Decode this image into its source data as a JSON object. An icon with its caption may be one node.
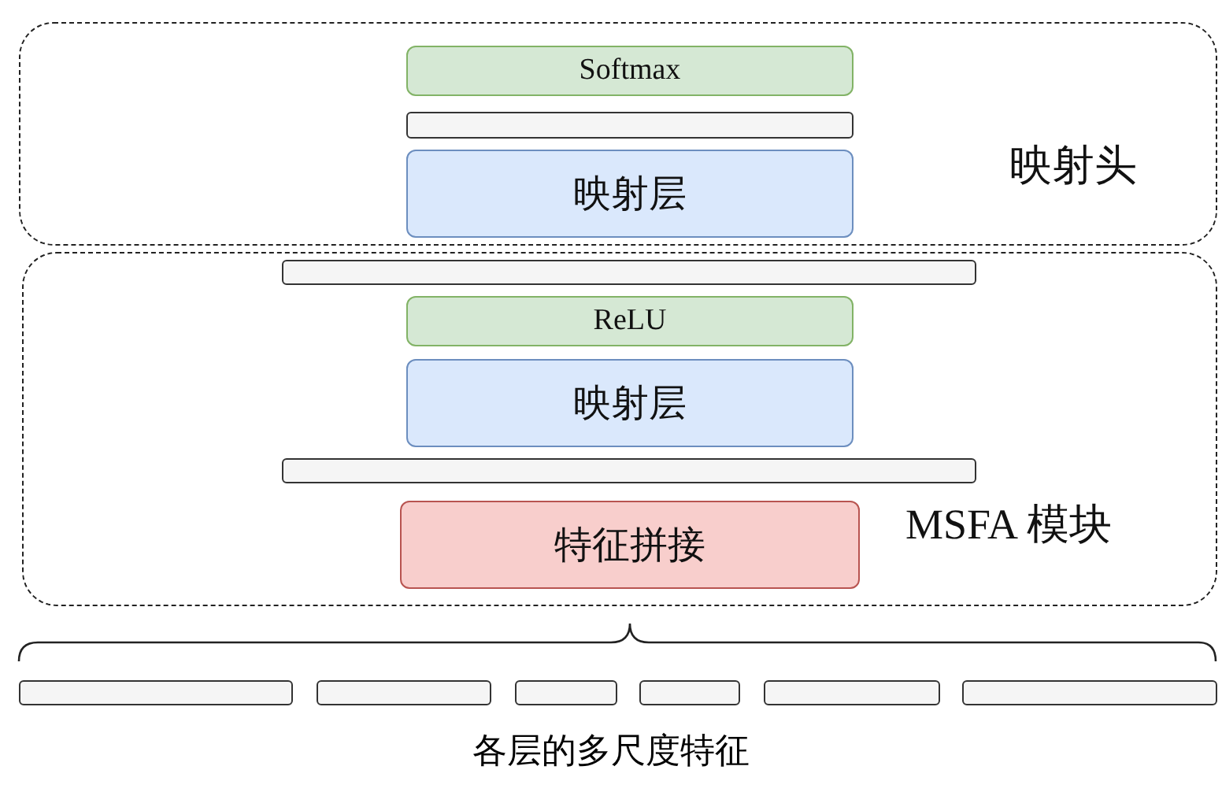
{
  "diagram": {
    "nodes": [
      {
        "text": [
          "映射头"
        ]
      },
      {
        "text": [
          "Softmax"
        ],
        "in": 0
      },
      {
        "text": [],
        "shape": "bar",
        "in": 0
      },
      {
        "text": [
          "映射层"
        ],
        "in": 0
      },
      {
        "text": [
          "MSFA 模块"
        ]
      },
      {
        "text": [],
        "shape": "bar",
        "in": 4
      },
      {
        "text": [
          "ReLU"
        ],
        "in": 4
      },
      {
        "text": [
          "映射层"
        ],
        "in": 4
      },
      {
        "text": [],
        "shape": "bar",
        "in": 4
      },
      {
        "text": [
          "特征拼接"
        ],
        "in": 4
      },
      {
        "text": [],
        "shape": "bar"
      },
      {
        "text": [],
        "shape": "bar"
      },
      {
        "text": [],
        "shape": "bar"
      },
      {
        "text": [],
        "shape": "bar"
      },
      {
        "text": [],
        "shape": "bar"
      },
      {
        "text": [],
        "shape": "bar"
      }
    ],
    "labels": [
      "各层的多尺度特征"
    ]
  }
}
